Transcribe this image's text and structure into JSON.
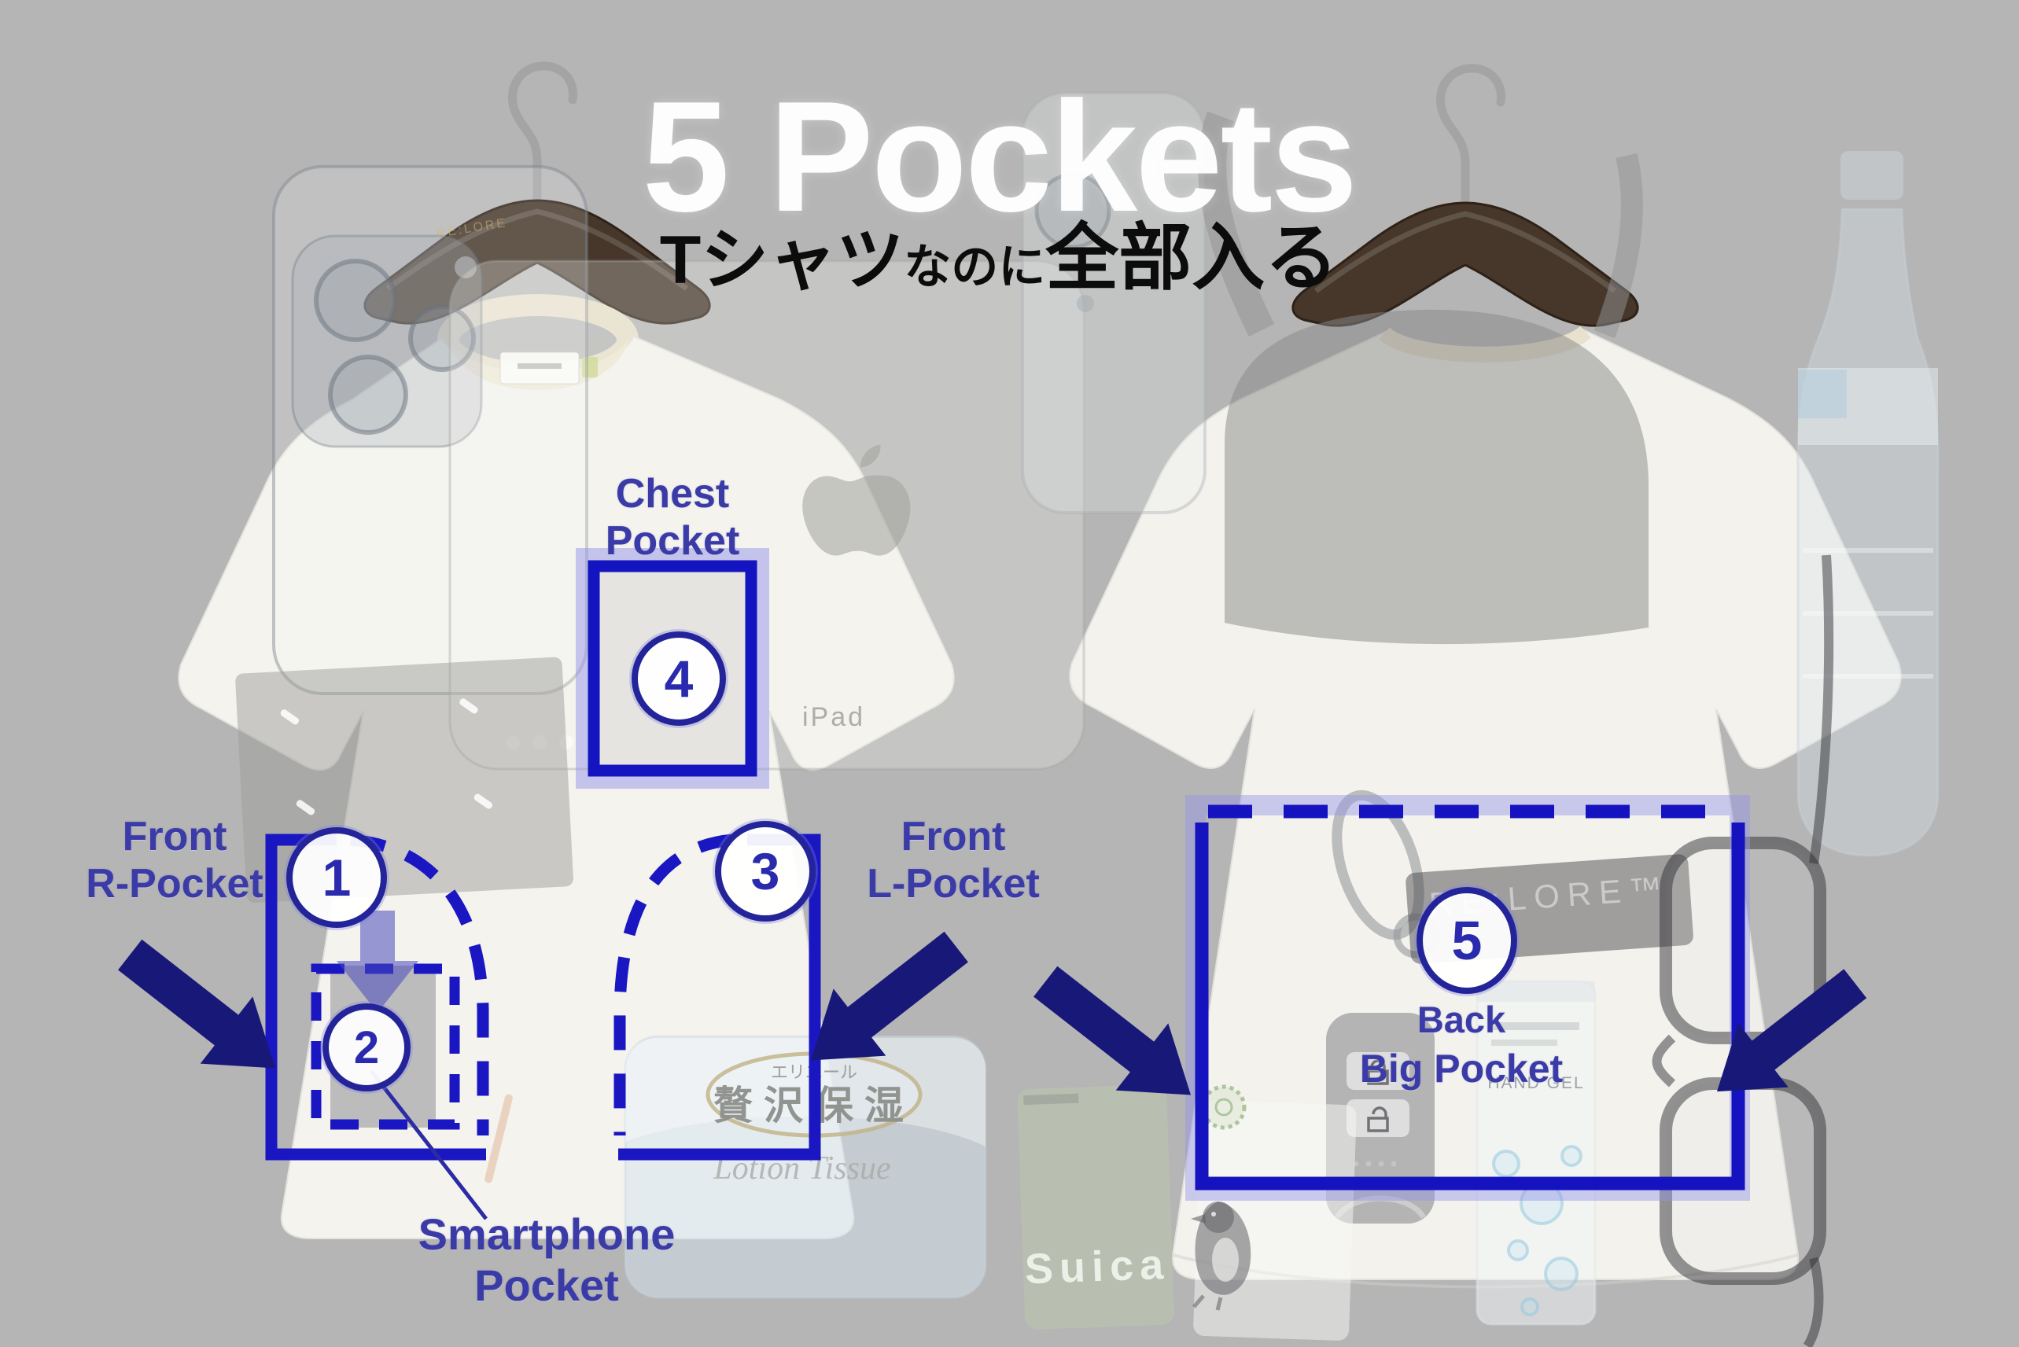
{
  "canvas": {
    "background": "#b5b5b5"
  },
  "header": {
    "title": "5 Pockets",
    "subtitle_large1": "Tシャツ",
    "subtitle_small": "なのに",
    "subtitle_large2": "全部入る"
  },
  "colors": {
    "annotation_blue": "#1a17c2",
    "annotation_glow": "#9494e8",
    "label_blue": "#3b3ba8",
    "number_blue": "#2a2aae",
    "arrow_navy": "#181879",
    "title_white": "#ffffff",
    "subtitle_black": "#0c0c0c"
  },
  "pockets": [
    {
      "number": "1",
      "label_line1": "Front",
      "label_line2": "R-Pocket"
    },
    {
      "number": "2",
      "label_line1": "Smartphone",
      "label_line2": "Pocket"
    },
    {
      "number": "3",
      "label_line1": "Front",
      "label_line2": "L-Pocket"
    },
    {
      "number": "4",
      "label_line1": "Chest",
      "label_line2": "Pocket"
    },
    {
      "number": "5",
      "label_line1": "Back",
      "label_line2": "Big Pocket"
    }
  ],
  "ghost_text": {
    "ipad": "iPad",
    "keychain_brand": "RE:LORE™",
    "hanger_brand": "RE:LORE",
    "suica": "Suica",
    "tissue_brand": "エリエール",
    "tissue_title": "贅沢保湿",
    "tissue_subtitle": "Lotion Tissue",
    "hand_gel": "HAND GEL"
  }
}
